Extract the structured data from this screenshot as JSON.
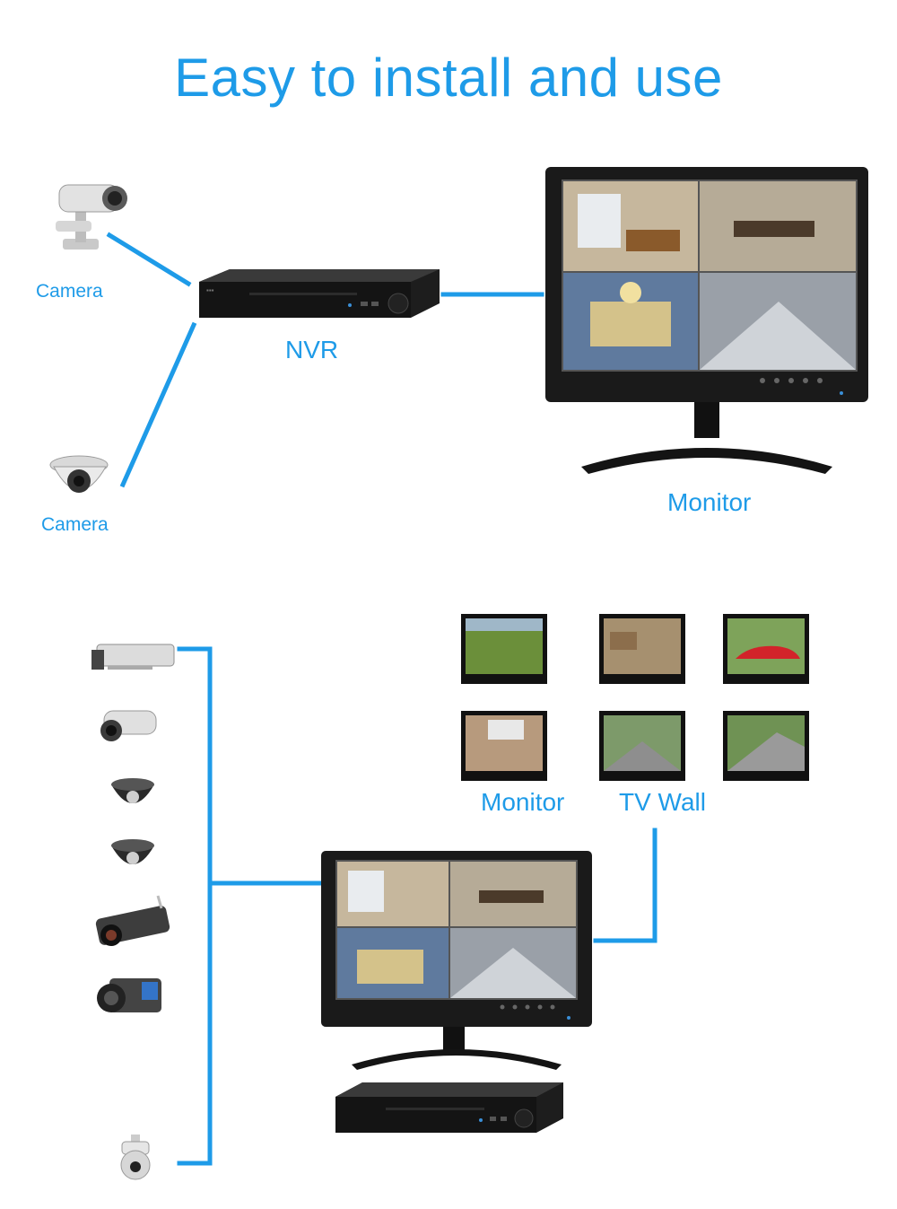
{
  "title": "Easy to install and use",
  "accent_color": "#1e9be8",
  "top_diagram": {
    "camera_1_label": "Camera",
    "camera_2_label": "Camera",
    "nvr_label": "NVR",
    "monitor_label": "Monitor"
  },
  "bottom_diagram": {
    "monitor_label": "Monitor",
    "tv_wall_label": "TV Wall",
    "camera_icons": [
      "box-camera-icon",
      "bullet-camera-icon",
      "dome-camera-icon",
      "dome-camera-icon",
      "ir-bullet-camera-icon",
      "camcorder-icon",
      "ptz-camera-icon"
    ],
    "tv_wall_screens": 6
  }
}
